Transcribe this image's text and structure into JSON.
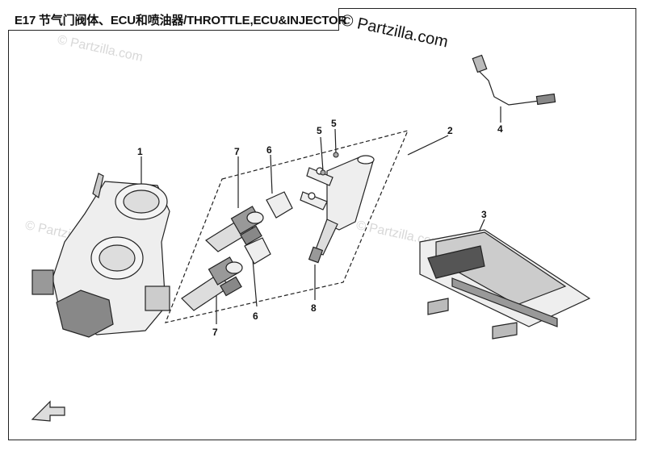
{
  "header": {
    "title": "E17 节气门阀体、ECU和喷油器/THROTTLE,ECU&INJECTOR",
    "brand": "© Partzilla.com"
  },
  "watermarks": [
    "© Partzilla.com",
    "© Partzilla.com",
    "© Partzilla.com"
  ],
  "callouts": {
    "c1": "1",
    "c2": "2",
    "c3": "3",
    "c4": "4",
    "c5a": "5",
    "c5b": "5",
    "c6a": "6",
    "c6b": "6",
    "c7a": "7",
    "c7b": "7",
    "c8": "8"
  },
  "colors": {
    "line": "#222222",
    "fill_light": "#eeeeee",
    "fill_mid": "#bbbbbb",
    "fill_dark": "#555555"
  },
  "icons": {
    "direction_arrow": "front-arrow-icon"
  }
}
